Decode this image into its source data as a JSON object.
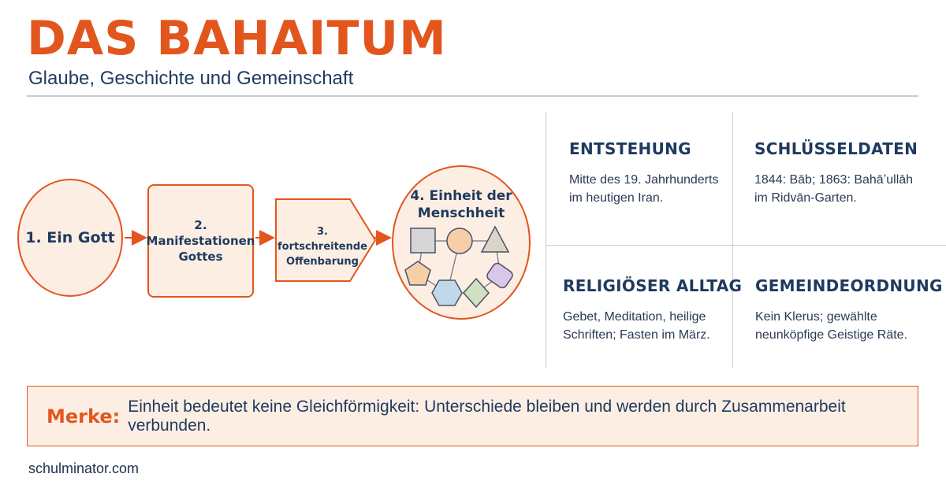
{
  "header": {
    "title": "DAS BAHAITUM",
    "subtitle": "Glaube, Geschichte und Gemeinschaft"
  },
  "flow": {
    "step1": "1. Ein Gott",
    "step2_line1": "2. Manifestationen",
    "step2_line2": "Gottes",
    "step3_line1": "3. fortschreitende",
    "step3_line2": "Offenbarung",
    "step4_line1": "4. Einheit der",
    "step4_line2": "Menschheit"
  },
  "facts": [
    {
      "heading": "ENTSTEHUNG",
      "line1": "Mitte des 19. Jahrhunderts",
      "line2": "im heutigen Iran."
    },
    {
      "heading": "SCHLÜSSELDATEN",
      "line1": "1844: Bāb; 1863: Bahāʼullāh",
      "line2": "im Ridvān-Garten."
    },
    {
      "heading": "RELIGIÖSER ALLTAG",
      "line1": "Gebet, Meditation, heilige",
      "line2": "Schriften; Fasten im März."
    },
    {
      "heading": "GEMEINDEORDNUNG",
      "line1": "Kein Klerus; gewählte",
      "line2": "neunköpfige Geistige Räte."
    }
  ],
  "note": {
    "label": "Merke:",
    "text": "Einheit bedeutet keine Gleichförmigkeit: Unterschiede bleiben und werden durch Zusammenarbeit verbunden."
  },
  "footer": "schulminator.com",
  "colors": {
    "accent": "#e2561e",
    "navy": "#1f3a5f",
    "fill": "#fdeee4",
    "rule": "#c7ccd6"
  }
}
